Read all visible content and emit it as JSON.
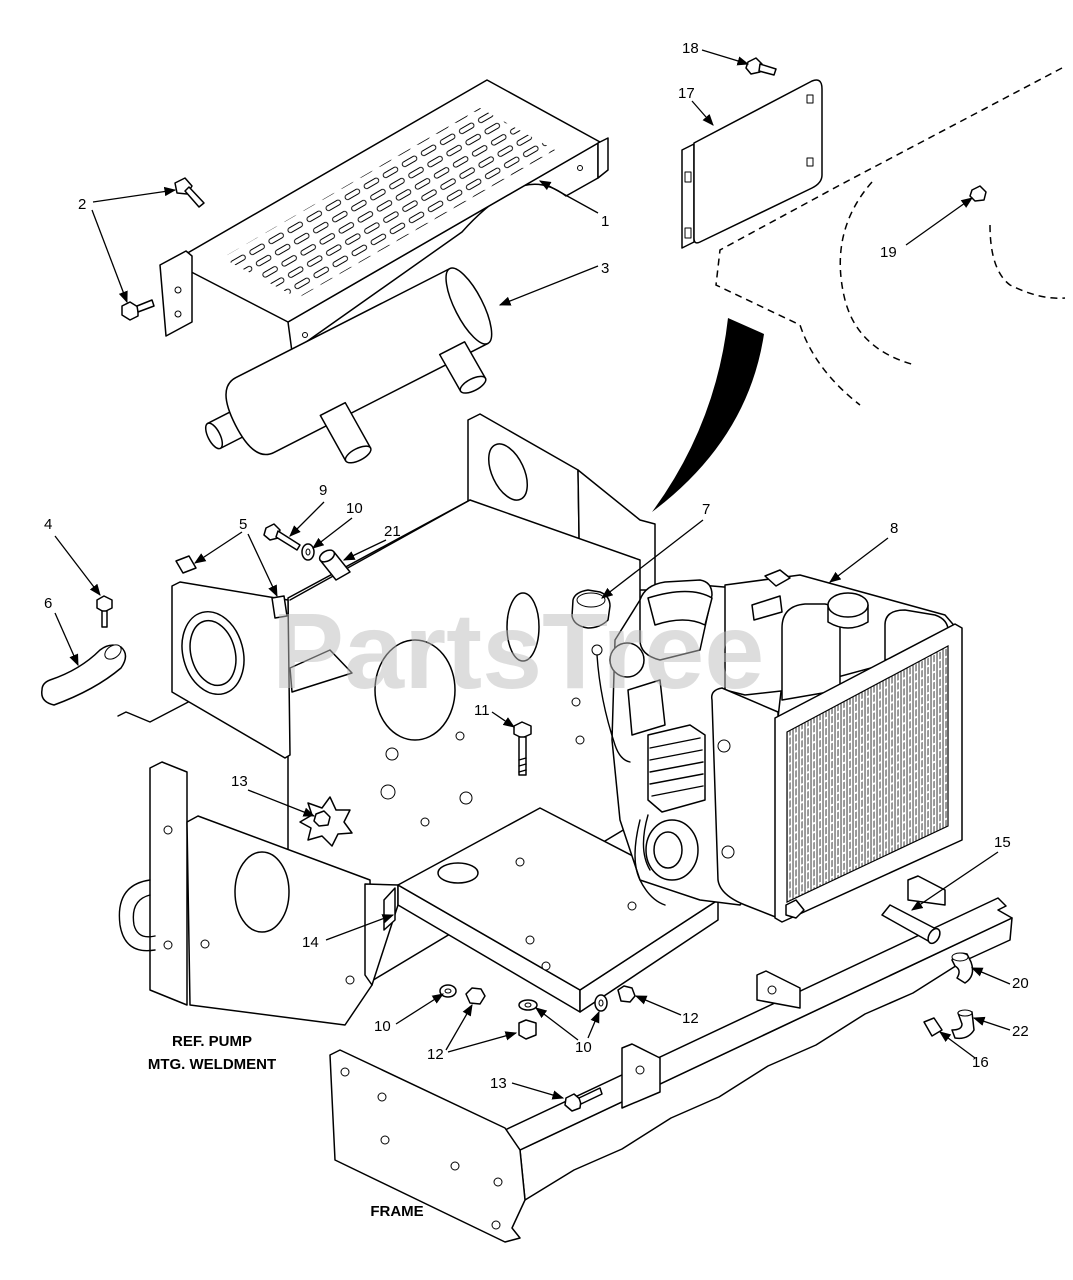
{
  "diagram": {
    "callouts": [
      "18",
      "17",
      "2",
      "1",
      "3",
      "19",
      "9",
      "10",
      "21",
      "5",
      "4",
      "6",
      "7",
      "8",
      "11",
      "13",
      "15",
      "14",
      "20",
      "22",
      "16",
      "10",
      "12",
      "10",
      "12",
      "13"
    ],
    "labels": {
      "ref_pump_line1": "REF. PUMP",
      "ref_pump_line2": "MTG. WELDMENT",
      "frame": "FRAME"
    },
    "watermark": "PartsTree"
  },
  "colors": {
    "line": "#000000",
    "background": "#ffffff",
    "watermark": "#bdbdbd"
  }
}
